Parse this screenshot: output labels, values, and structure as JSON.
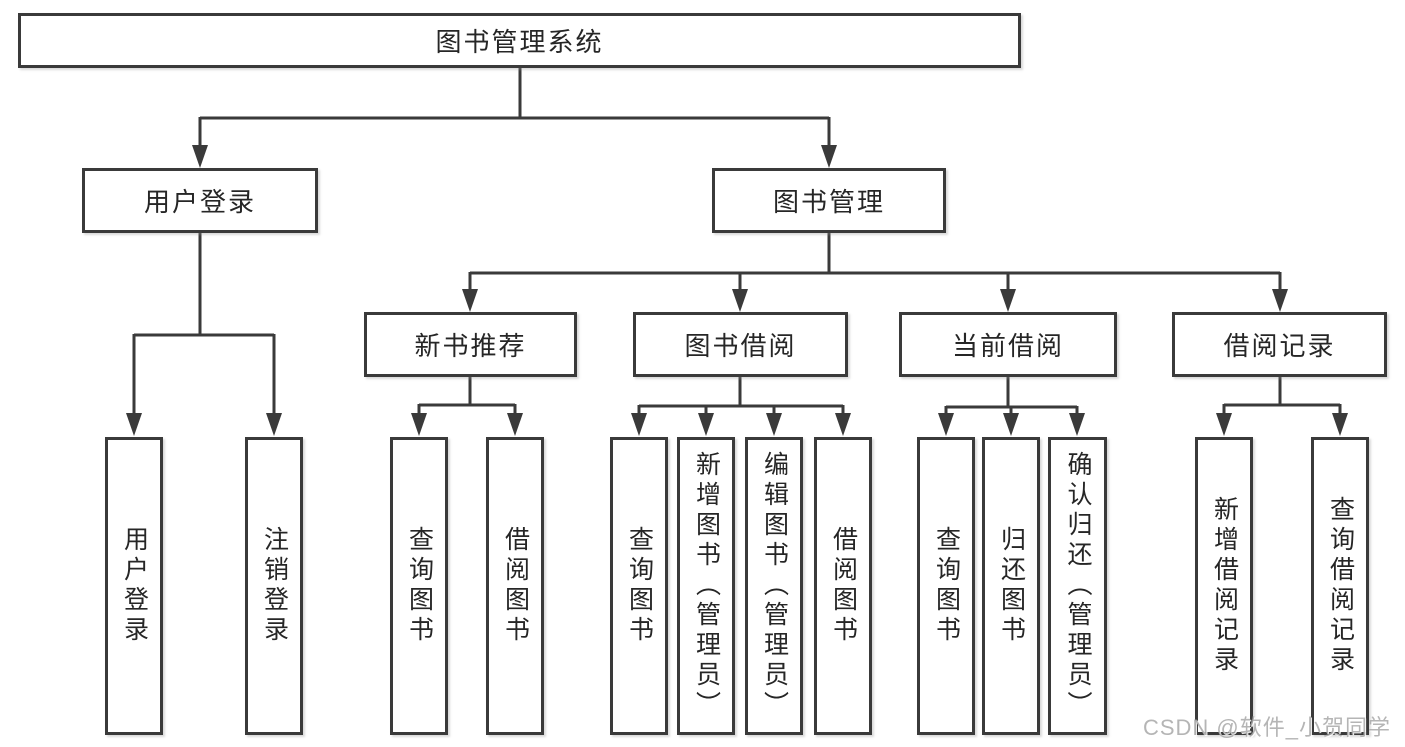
{
  "diagram": {
    "root": {
      "label": "图书管理系统"
    },
    "level2": [
      {
        "id": "user-login",
        "label": "用户登录"
      },
      {
        "id": "book-management",
        "label": "图书管理"
      }
    ],
    "level3": [
      {
        "id": "new-book-recommend",
        "label": "新书推荐",
        "parent": "图书管理"
      },
      {
        "id": "book-borrow",
        "label": "图书借阅",
        "parent": "图书管理"
      },
      {
        "id": "current-borrow",
        "label": "当前借阅",
        "parent": "图书管理"
      },
      {
        "id": "borrow-records",
        "label": "借阅记录",
        "parent": "图书管理"
      }
    ],
    "level4": [
      {
        "id": "user-login-leaf",
        "label": "用户登录",
        "parent": "用户登录"
      },
      {
        "id": "logout-leaf",
        "label": "注销登录",
        "parent": "用户登录"
      },
      {
        "id": "query-books-recommend",
        "label": "查询图书",
        "parent": "新书推荐"
      },
      {
        "id": "borrow-books-recommend",
        "label": "借阅图书",
        "parent": "新书推荐"
      },
      {
        "id": "query-books-borrow",
        "label": "查询图书",
        "parent": "图书借阅"
      },
      {
        "id": "add-books-admin",
        "label": "新增图书（管理员）",
        "parent": "图书借阅"
      },
      {
        "id": "edit-books-admin",
        "label": "编辑图书（管理员）",
        "parent": "图书借阅"
      },
      {
        "id": "borrow-books-borrow",
        "label": "借阅图书",
        "parent": "图书借阅"
      },
      {
        "id": "query-books-current",
        "label": "查询图书",
        "parent": "当前借阅"
      },
      {
        "id": "return-books",
        "label": "归还图书",
        "parent": "当前借阅"
      },
      {
        "id": "confirm-return-admin",
        "label": "确认归还（管理员）",
        "parent": "当前借阅"
      },
      {
        "id": "add-borrow-record",
        "label": "新增借阅记录",
        "parent": "借阅记录"
      },
      {
        "id": "query-borrow-record",
        "label": "查询借阅记录",
        "parent": "借阅记录"
      }
    ],
    "watermark": "CSDN @软件_小贺同学",
    "colors": {
      "line": "#3a3a3a",
      "text": "#262626",
      "background": "#ffffff",
      "watermark": "#a8a8a8"
    }
  }
}
